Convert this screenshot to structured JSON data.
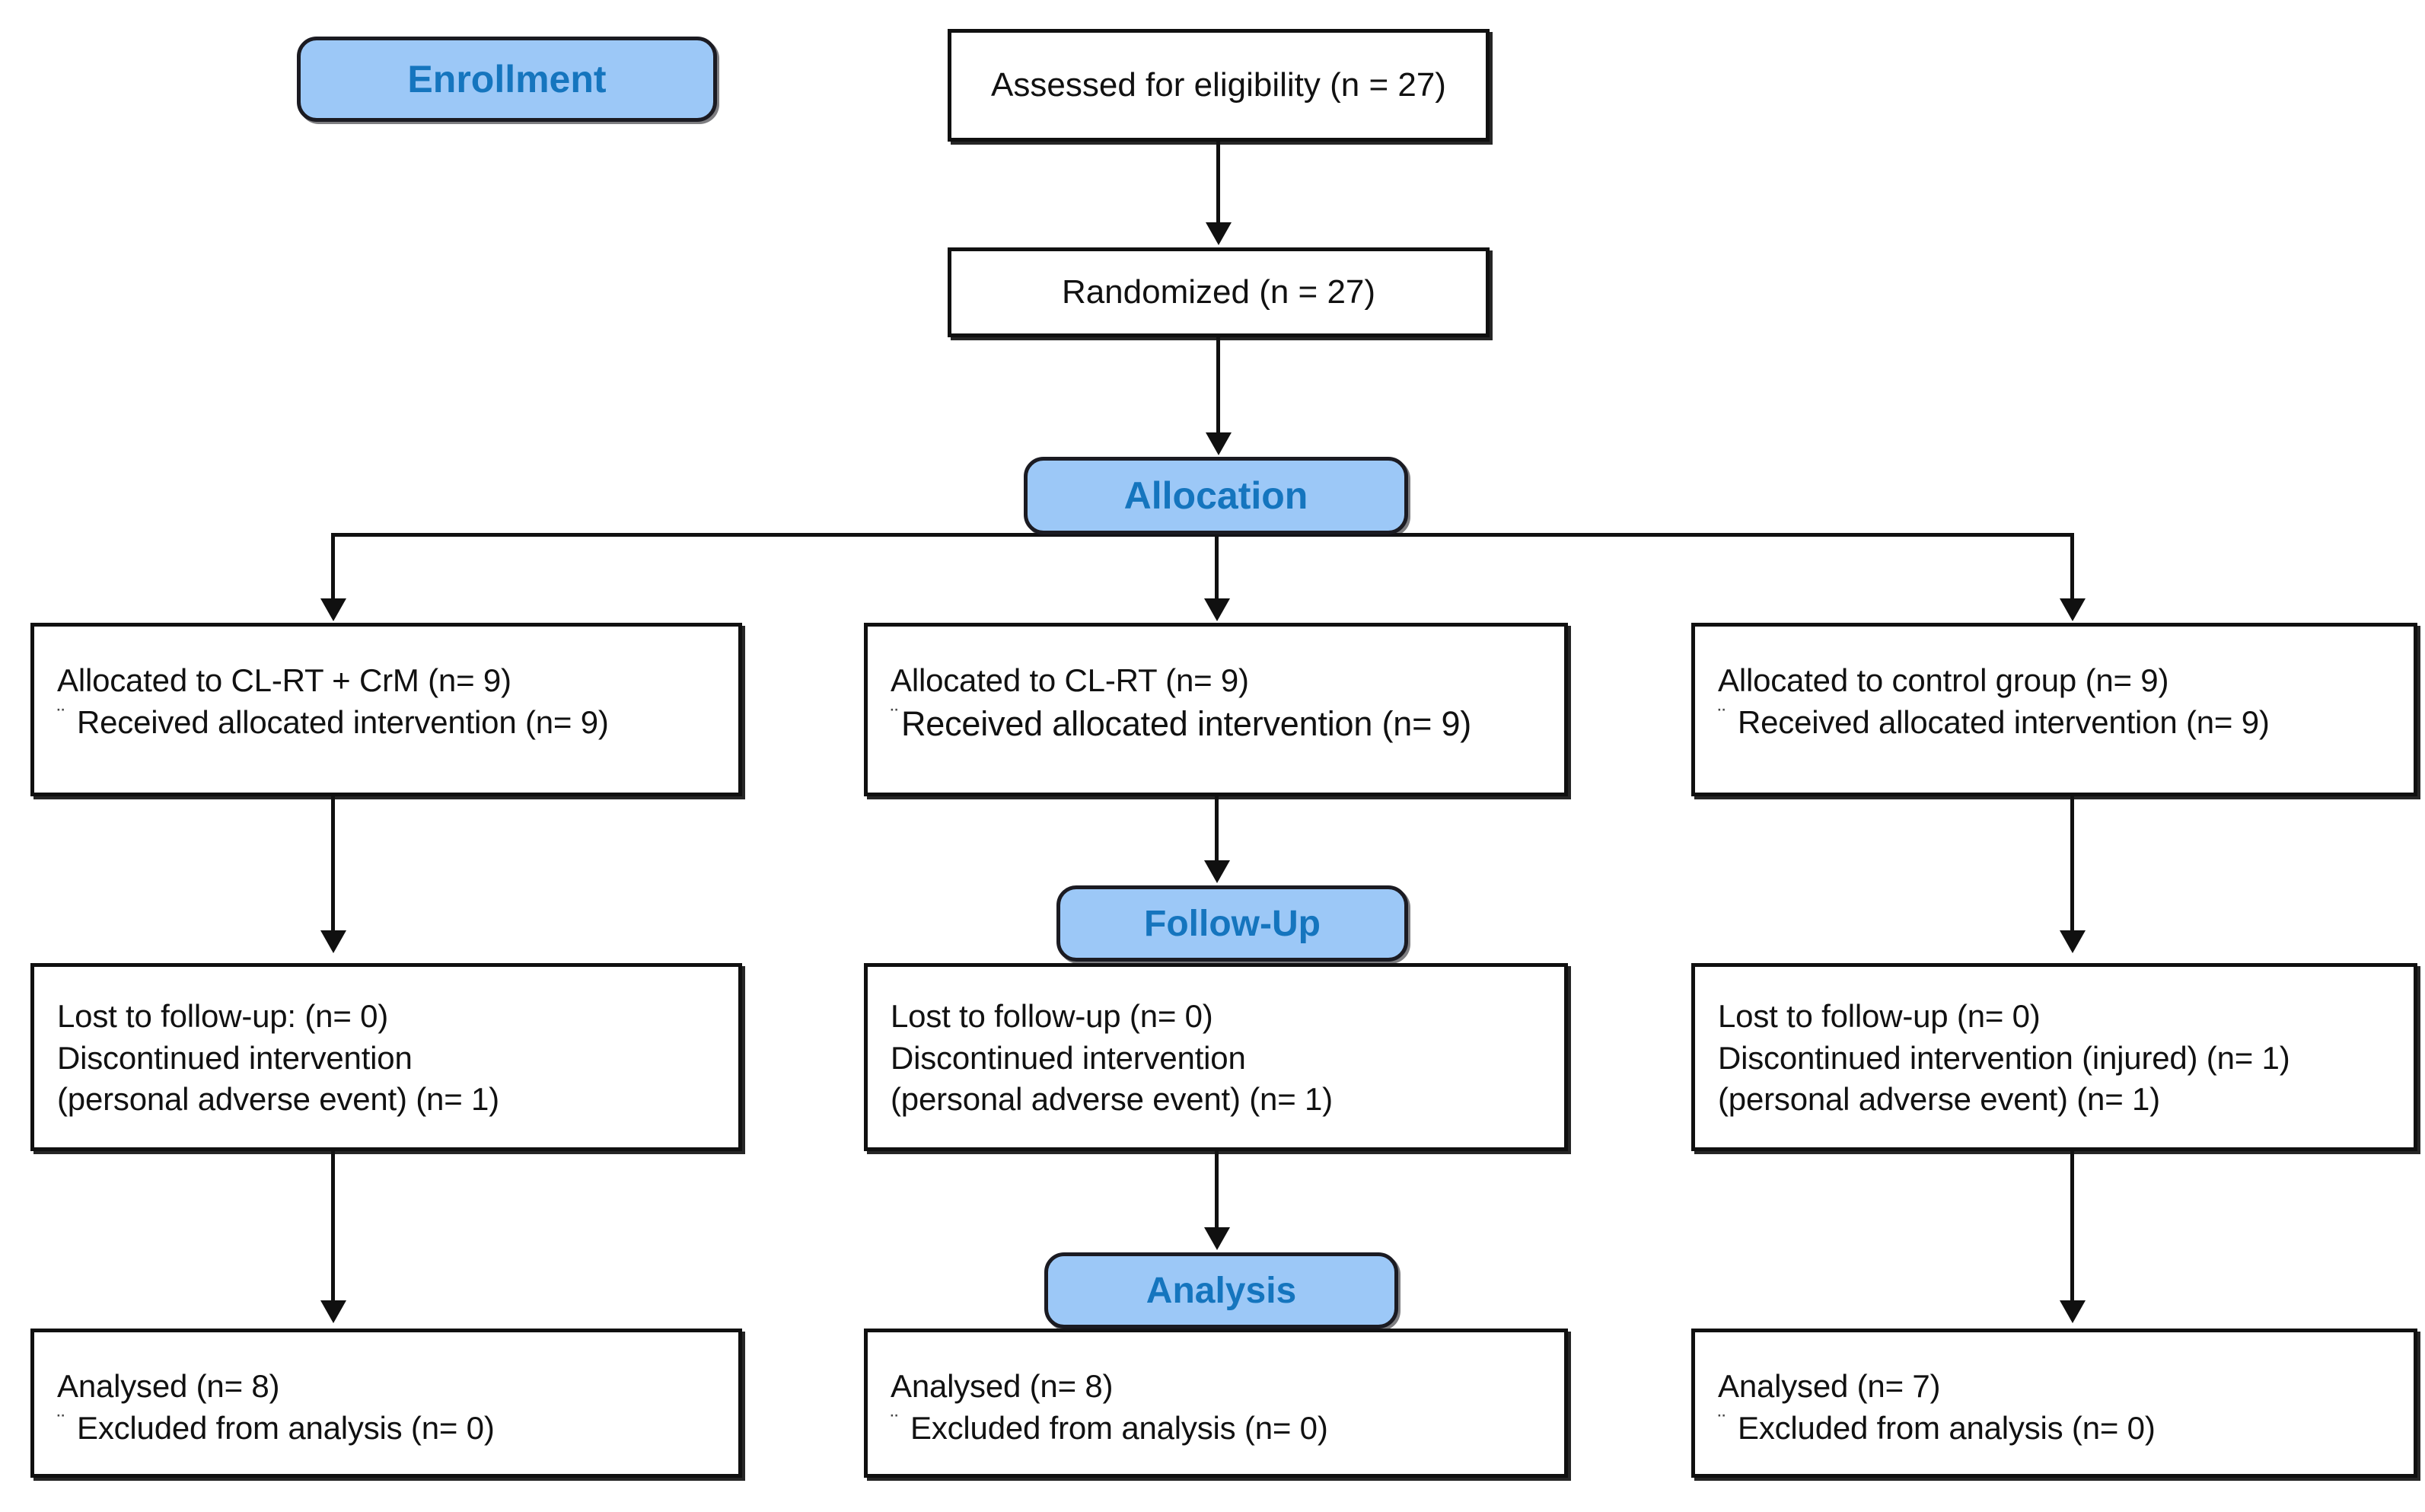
{
  "diagram": {
    "title": "CONSORT participant flow diagram",
    "colors": {
      "badge_fill": "#9CC8F7",
      "badge_text": "#1575BE",
      "badge_border": "#1b1b22",
      "box_border": "#101010",
      "box_fill": "#ffffff",
      "text": "#111111",
      "connector": "#101010"
    }
  },
  "stages": {
    "enrollment": "Enrollment",
    "allocation": "Allocation",
    "follow_up": "Follow-Up",
    "analysis": "Analysis"
  },
  "enrollment": {
    "assessed": "Assessed for eligibility (n = 27)",
    "randomized": "Randomized (n = 27)"
  },
  "allocation_row": [
    {
      "id": "group-1",
      "line1": "Allocated to CL-RT + CrM (n= 9)",
      "bullet": "¨",
      "line2": "Received allocated intervention (n= 9)"
    },
    {
      "id": "group-2",
      "line1": "Allocated to CL-RT (n= 9)",
      "bullet": "¨",
      "line2": "Received allocated intervention (n= 9)"
    },
    {
      "id": "group-3",
      "line1": "Allocated to control group (n= 9)",
      "bullet": "¨",
      "line2": "Received allocated intervention (n= 9)"
    }
  ],
  "followup_row": [
    {
      "id": "group-1",
      "line1": "Lost to follow-up: (n= 0)",
      "line2": "Discontinued intervention",
      "line3": "(personal adverse event) (n= 1)"
    },
    {
      "id": "group-2",
      "line1": "Lost to follow-up (n= 0)",
      "line2": "Discontinued intervention",
      "line3": "(personal adverse event) (n= 1)"
    },
    {
      "id": "group-3",
      "line1": "Lost to follow-up (n= 0)",
      "line2": "Discontinued intervention (injured) (n= 1)",
      "line3": "(personal adverse event) (n= 1)"
    }
  ],
  "analysis_row": [
    {
      "id": "group-1",
      "line1": "Analysed (n= 8)",
      "bullet": "¨",
      "line2": "Excluded from analysis (n= 0)"
    },
    {
      "id": "group-2",
      "line1": "Analysed (n= 8)",
      "bullet": "¨",
      "line2": "Excluded from analysis (n= 0)"
    },
    {
      "id": "group-3",
      "line1": "Analysed (n= 7)",
      "bullet": "¨",
      "line2": "Excluded from analysis (n= 0)"
    }
  ],
  "chart_data": {
    "type": "diagram",
    "title": "CONSORT flow diagram",
    "nodes": [
      {
        "stage": "Enrollment",
        "label": "Assessed for eligibility",
        "n": 27
      },
      {
        "stage": "Enrollment",
        "label": "Randomized",
        "n": 27
      },
      {
        "stage": "Allocation",
        "label": "Allocated to CL-RT + CrM",
        "n": 9
      },
      {
        "stage": "Allocation",
        "label": "Allocated to CL-RT",
        "n": 9
      },
      {
        "stage": "Allocation",
        "label": "Allocated to control group",
        "n": 9
      },
      {
        "stage": "Follow-Up",
        "label": "CL-RT + CrM lost to follow-up",
        "n": 0
      },
      {
        "stage": "Follow-Up",
        "label": "CL-RT + CrM discontinued (personal adverse event)",
        "n": 1
      },
      {
        "stage": "Follow-Up",
        "label": "CL-RT lost to follow-up",
        "n": 0
      },
      {
        "stage": "Follow-Up",
        "label": "CL-RT discontinued (personal adverse event)",
        "n": 1
      },
      {
        "stage": "Follow-Up",
        "label": "Control lost to follow-up",
        "n": 0
      },
      {
        "stage": "Follow-Up",
        "label": "Control discontinued (injured)",
        "n": 1
      },
      {
        "stage": "Follow-Up",
        "label": "Control discontinued (personal adverse event)",
        "n": 1
      },
      {
        "stage": "Analysis",
        "label": "CL-RT + CrM analysed",
        "n": 8
      },
      {
        "stage": "Analysis",
        "label": "CL-RT + CrM excluded from analysis",
        "n": 0
      },
      {
        "stage": "Analysis",
        "label": "CL-RT analysed",
        "n": 8
      },
      {
        "stage": "Analysis",
        "label": "CL-RT excluded from analysis",
        "n": 0
      },
      {
        "stage": "Analysis",
        "label": "Control analysed",
        "n": 7
      },
      {
        "stage": "Analysis",
        "label": "Control excluded from analysis",
        "n": 0
      }
    ]
  }
}
